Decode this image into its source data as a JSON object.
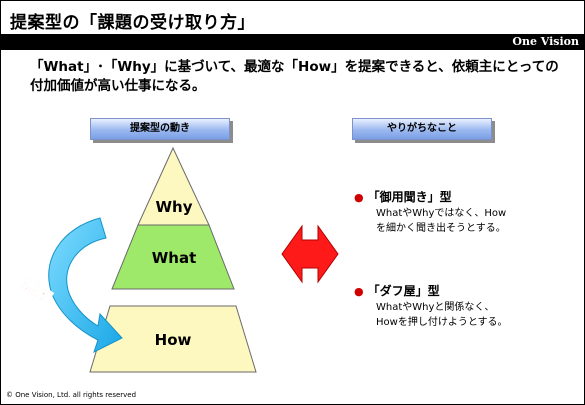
{
  "title": "提案型の「課題の受け取り方」",
  "brand": "One Vision",
  "lead": "「What」･「Why」に基づいて、最適な「How」を提案できると、依頼主にとっての付加価値が高い仕事になる。",
  "left_header": "提案型の動き",
  "right_header": "やりがちなこと",
  "pyramid": {
    "top": "Why",
    "middle": "What",
    "bottom": "How"
  },
  "arrow_label": "提案",
  "items": [
    {
      "label": "「御用聞き」型",
      "line1": "WhatやWhyではなく、How",
      "line2": "を細かく聞き出そうとする。"
    },
    {
      "label": "「ダフ屋」型",
      "line1": "WhatやWhyと関係なく、",
      "line2": "Howを押し付けようとする。"
    }
  ],
  "footer": "© One Vision, Ltd. all rights reserved",
  "colors": {
    "pyramid_yellow": "#fdf7c0",
    "pyramid_green": "#9ee86a",
    "arrow_cyan": "#22b8f0",
    "double_arrow_red": "#ff1a1a",
    "bullet_red": "#d00000"
  }
}
